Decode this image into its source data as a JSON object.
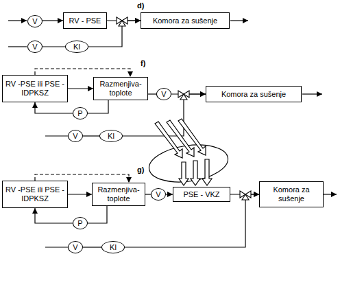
{
  "diagram": {
    "nodes": [
      {
        "text": [
          "V"
        ]
      },
      {
        "text": [
          "RV - PSE"
        ]
      },
      {
        "text": [
          "Komora za sušenje"
        ]
      },
      {
        "text": [
          "V"
        ]
      },
      {
        "text": [
          "Kl"
        ]
      },
      {
        "text": [
          "RV -PSE ili PSE - IDPKSZ"
        ]
      },
      {
        "text": [
          "Razmenjiva- toplote"
        ]
      },
      {
        "text": [
          "V"
        ]
      },
      {
        "text": [
          "Komora za sušenje"
        ]
      },
      {
        "text": [
          "P"
        ]
      },
      {
        "text": [
          "V"
        ]
      },
      {
        "text": [
          "Kl"
        ]
      },
      {
        "text": [
          "RV -PSE ili PSE - IDPKSZ"
        ]
      },
      {
        "text": [
          "Razmenjiva- toplote"
        ]
      },
      {
        "text": [
          "V"
        ]
      },
      {
        "text": [
          "PSE - VKZ"
        ]
      },
      {
        "text": [
          "Komora za sušenje"
        ]
      },
      {
        "text": [
          "P"
        ]
      },
      {
        "text": [
          "V"
        ]
      },
      {
        "text": [
          "Kl"
        ]
      }
    ],
    "edges": [
      {
        "from": 0,
        "to": 1,
        "arrow": "to"
      },
      {
        "from": 1,
        "to": 2,
        "arrow": "to"
      },
      {
        "from": 3,
        "to": 4,
        "arrow": "none"
      },
      {
        "from": 4,
        "to": 2,
        "arrow": "to"
      },
      {
        "from": 5,
        "to": 6,
        "arrow": "to"
      },
      {
        "from": 5,
        "to": 6,
        "arrow": "to"
      },
      {
        "from": 6,
        "to": 9,
        "arrow": "none"
      },
      {
        "from": 9,
        "to": 5,
        "arrow": "to"
      },
      {
        "from": 6,
        "to": 7,
        "arrow": "none"
      },
      {
        "from": 7,
        "to": 8,
        "arrow": "to"
      },
      {
        "from": 10,
        "to": 11,
        "arrow": "none"
      },
      {
        "from": 11,
        "to": 8,
        "arrow": "to"
      },
      {
        "from": 12,
        "to": 13,
        "arrow": "to"
      },
      {
        "from": 12,
        "to": 13,
        "arrow": "to"
      },
      {
        "from": 13,
        "to": 17,
        "arrow": "none"
      },
      {
        "from": 17,
        "to": 12,
        "arrow": "to"
      },
      {
        "from": 13,
        "to": 14,
        "arrow": "none"
      },
      {
        "from": 14,
        "to": 15,
        "arrow": "to"
      },
      {
        "from": 15,
        "to": 16,
        "arrow": "to"
      },
      {
        "from": 18,
        "to": 19,
        "arrow": "none"
      },
      {
        "from": 19,
        "to": 16,
        "arrow": "to"
      }
    ],
    "labels": [
      "d)",
      "f)",
      "g)"
    ]
  }
}
